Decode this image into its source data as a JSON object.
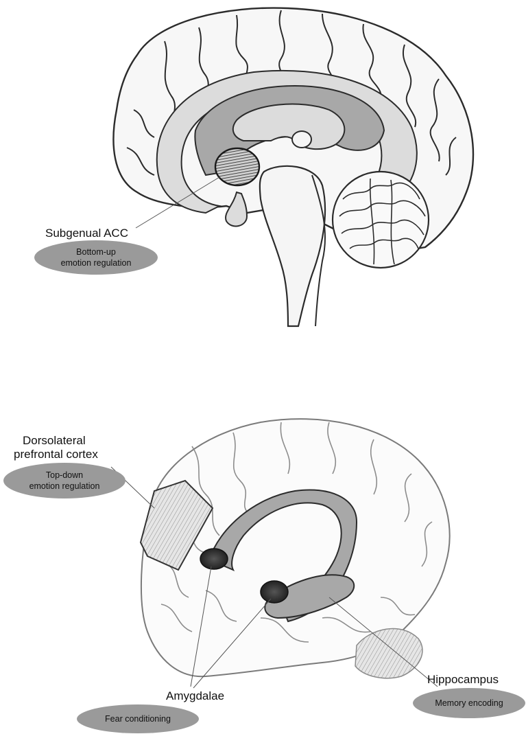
{
  "figure_a": {
    "subgenual_acc": {
      "title": "Subgenual ACC",
      "badge_line1": "Bottom-up",
      "badge_line2": "emotion regulation"
    }
  },
  "figure_b": {
    "dlpfc": {
      "title_line1": "Dorsolateral",
      "title_line2": "prefrontal cortex",
      "badge_line1": "Top-down",
      "badge_line2": "emotion regulation"
    },
    "amygdalae": {
      "title": "Amygdalae",
      "badge": "Fear conditioning"
    },
    "hippocampus": {
      "title": "Hippocampus",
      "badge": "Memory encoding"
    }
  },
  "colors": {
    "region_fill": "#a8a8a8",
    "pale_fill": "#dcdcdc",
    "badge_fill": "#9a9a9a",
    "outline": "#2b2b2b"
  }
}
